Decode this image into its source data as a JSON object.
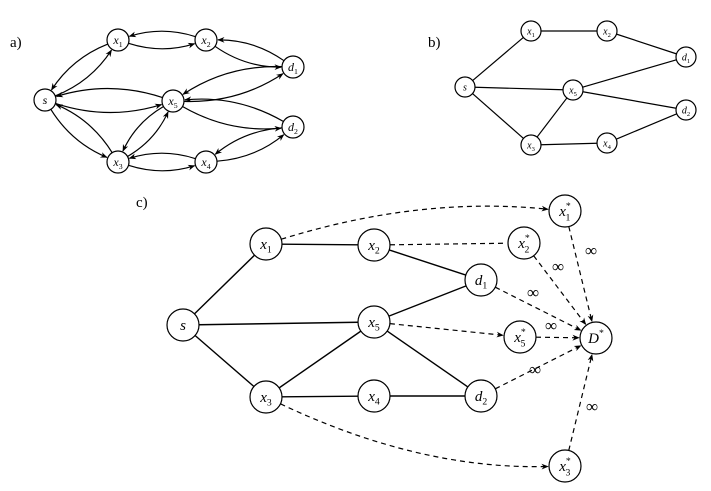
{
  "panels": {
    "a": {
      "label": "a)",
      "nodes": [
        {
          "id": "s",
          "name": "s",
          "sub": ""
        },
        {
          "id": "x1",
          "name": "x",
          "sub": "1"
        },
        {
          "id": "x2",
          "name": "x",
          "sub": "2"
        },
        {
          "id": "x3",
          "name": "x",
          "sub": "3"
        },
        {
          "id": "x4",
          "name": "x",
          "sub": "4"
        },
        {
          "id": "x5",
          "name": "x",
          "sub": "5"
        },
        {
          "id": "d1",
          "name": "d",
          "sub": "1"
        },
        {
          "id": "d2",
          "name": "d",
          "sub": "2"
        }
      ],
      "edges": [
        [
          "s",
          "x1"
        ],
        [
          "x1",
          "s"
        ],
        [
          "x1",
          "x2"
        ],
        [
          "x2",
          "x1"
        ],
        [
          "x2",
          "d1"
        ],
        [
          "d1",
          "x2"
        ],
        [
          "s",
          "x5"
        ],
        [
          "x5",
          "s"
        ],
        [
          "x5",
          "d1"
        ],
        [
          "d1",
          "x5"
        ],
        [
          "x5",
          "d2"
        ],
        [
          "d2",
          "x5"
        ],
        [
          "s",
          "x3"
        ],
        [
          "x3",
          "s"
        ],
        [
          "x3",
          "x5"
        ],
        [
          "x5",
          "x3"
        ],
        [
          "x3",
          "x4"
        ],
        [
          "x4",
          "x3"
        ],
        [
          "x4",
          "d2"
        ],
        [
          "d2",
          "x4"
        ]
      ]
    },
    "b": {
      "label": "b)",
      "nodes": [
        {
          "id": "s",
          "name": "s",
          "sub": ""
        },
        {
          "id": "x1",
          "name": "x",
          "sub": "1"
        },
        {
          "id": "x2",
          "name": "x",
          "sub": "2"
        },
        {
          "id": "x3",
          "name": "x",
          "sub": "3"
        },
        {
          "id": "x4",
          "name": "x",
          "sub": "4"
        },
        {
          "id": "x5",
          "name": "x",
          "sub": "5"
        },
        {
          "id": "d1",
          "name": "d",
          "sub": "1"
        },
        {
          "id": "d2",
          "name": "d",
          "sub": "2"
        }
      ],
      "edges": [
        [
          "s",
          "x1"
        ],
        [
          "x1",
          "x2"
        ],
        [
          "x2",
          "d1"
        ],
        [
          "s",
          "x5"
        ],
        [
          "x5",
          "d1"
        ],
        [
          "x5",
          "d2"
        ],
        [
          "s",
          "x3"
        ],
        [
          "x3",
          "x5"
        ],
        [
          "x3",
          "x4"
        ],
        [
          "x4",
          "d2"
        ]
      ]
    },
    "c": {
      "label": "c)",
      "nodes": [
        {
          "id": "s",
          "name": "s",
          "sub": "",
          "sup": ""
        },
        {
          "id": "x1",
          "name": "x",
          "sub": "1",
          "sup": ""
        },
        {
          "id": "x2",
          "name": "x",
          "sub": "2",
          "sup": ""
        },
        {
          "id": "x3",
          "name": "x",
          "sub": "3",
          "sup": ""
        },
        {
          "id": "x4",
          "name": "x",
          "sub": "4",
          "sup": ""
        },
        {
          "id": "x5",
          "name": "x",
          "sub": "5",
          "sup": ""
        },
        {
          "id": "d1",
          "name": "d",
          "sub": "1",
          "sup": ""
        },
        {
          "id": "d2",
          "name": "d",
          "sub": "2",
          "sup": ""
        },
        {
          "id": "x1s",
          "name": "x",
          "sub": "1",
          "sup": "*"
        },
        {
          "id": "x2s",
          "name": "x",
          "sub": "2",
          "sup": "*"
        },
        {
          "id": "x5s",
          "name": "x",
          "sub": "5",
          "sup": "*"
        },
        {
          "id": "x3s",
          "name": "x",
          "sub": "3",
          "sup": "*"
        },
        {
          "id": "Ds",
          "name": "D",
          "sub": "",
          "sup": "*"
        }
      ],
      "edges": [
        [
          "s",
          "x1"
        ],
        [
          "x1",
          "x2"
        ],
        [
          "x2",
          "d1"
        ],
        [
          "s",
          "x5"
        ],
        [
          "x5",
          "d1"
        ],
        [
          "x5",
          "d2"
        ],
        [
          "s",
          "x3"
        ],
        [
          "x3",
          "x5"
        ],
        [
          "x3",
          "x4"
        ],
        [
          "x4",
          "d2"
        ]
      ],
      "dashed_edges": [
        {
          "from": "x1",
          "to": "x1s",
          "label": ""
        },
        {
          "from": "x2",
          "to": "x2s",
          "label": ""
        },
        {
          "from": "x5",
          "to": "x5s",
          "label": ""
        },
        {
          "from": "x3",
          "to": "x3s",
          "label": ""
        },
        {
          "from": "x1s",
          "to": "Ds",
          "label": "∞"
        },
        {
          "from": "x2s",
          "to": "Ds",
          "label": "∞"
        },
        {
          "from": "d1",
          "to": "Ds",
          "label": "∞"
        },
        {
          "from": "x5s",
          "to": "Ds",
          "label": "∞"
        },
        {
          "from": "d2",
          "to": "Ds",
          "label": "∞"
        },
        {
          "from": "x3s",
          "to": "Ds",
          "label": "∞"
        }
      ]
    }
  }
}
